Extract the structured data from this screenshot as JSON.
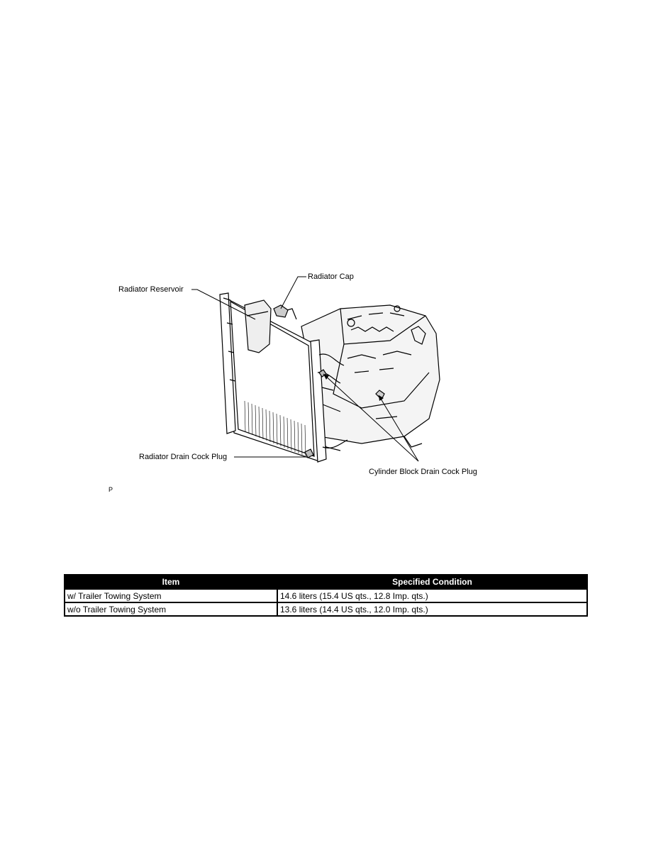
{
  "figure": {
    "callouts": {
      "radiator_cap": "Radiator Cap",
      "radiator_reservoir": "Radiator Reservoir",
      "radiator_drain_cock_plug": "Radiator Drain Cock Plug",
      "cylinder_block_drain_cock_plug": "Cylinder Block Drain Cock Plug"
    },
    "code": "P"
  },
  "table": {
    "headers": [
      "Item",
      "Specified Condition"
    ],
    "rows": [
      [
        "w/ Trailer Towing System",
        "14.6 liters (15.4 US qts., 12.8 Imp. qts.)"
      ],
      [
        "w/o Trailer Towing System",
        "13.6 liters (14.4 US qts., 12.0 Imp. qts.)"
      ]
    ]
  }
}
